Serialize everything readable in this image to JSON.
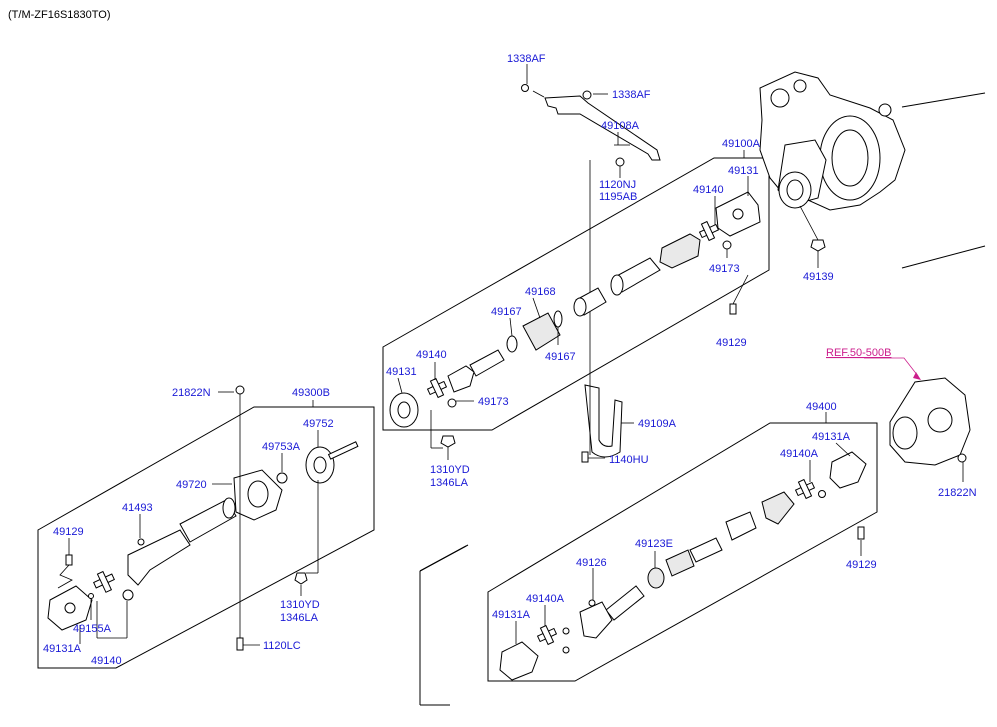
{
  "header": {
    "model_code": "(T/M-ZF16S1830TO)"
  },
  "labels": {
    "p1338AF_a": "1338AF",
    "p1338AF_b": "1338AF",
    "p49108A": "49108A",
    "p1120NJ": "1120NJ",
    "p1195AB": "1195AB",
    "p49100A": "49100A",
    "p49131_top": "49131",
    "p49140_top": "49140",
    "p49173_top": "49173",
    "p49139": "49139",
    "p49129_top": "49129",
    "p49168": "49168",
    "p49167_a": "49167",
    "p49167_b": "49167",
    "p49140_mid": "49140",
    "p49131_mid": "49131",
    "p49173_mid": "49173",
    "p1310YD_mid": "1310YD",
    "p1346LA_mid": "1346LA",
    "p49109A": "49109A",
    "p1140HU": "1140HU",
    "p21822N_left": "21822N",
    "p49300B": "49300B",
    "p49752": "49752",
    "p49753A": "49753A",
    "p49720": "49720",
    "p41493": "41493",
    "p49129_left": "49129",
    "p49155A": "49155A",
    "p49131A_left": "49131A",
    "p49140_left": "49140",
    "p1310YD_low": "1310YD",
    "p1346LA_low": "1346LA",
    "p1120LC": "1120LC",
    "pREF": "REF.50-500B",
    "p49400": "49400",
    "p49131A_right": "49131A",
    "p49140A_right": "49140A",
    "p21822N_right": "21822N",
    "p49129_right": "49129",
    "p49123E": "49123E",
    "p49126": "49126",
    "p49140A_low": "49140A",
    "p49131A_low": "49131A"
  },
  "colors": {
    "label": "#1a1ad6",
    "reference": "#cc1e8c",
    "line": "#000000"
  }
}
